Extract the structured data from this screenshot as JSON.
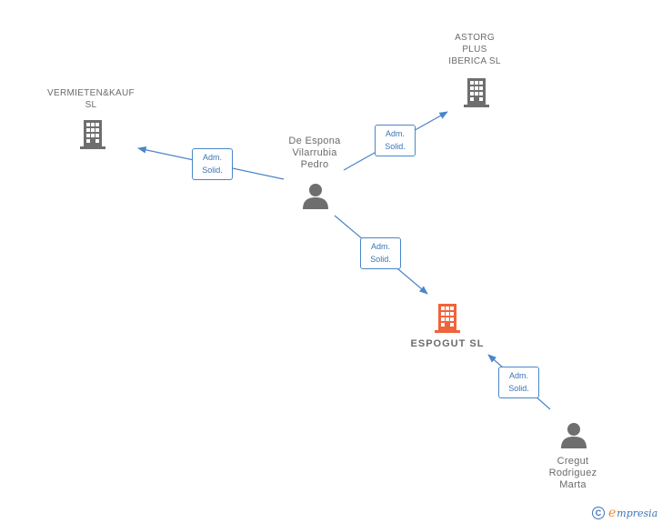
{
  "colors": {
    "edge": "#4a86c8",
    "company": "#6e6e6e",
    "company_main": "#f0643a",
    "person": "#6e6e6e"
  },
  "nodes": {
    "vermieten": {
      "name": "VERMIETEN&KAUF\nSL",
      "icon": "building-icon"
    },
    "astorg": {
      "name": "ASTORG\nPLUS\nIBERICA  SL",
      "icon": "building-icon"
    },
    "espogut": {
      "name": "ESPOGUT  SL",
      "icon": "building-icon"
    },
    "pedro": {
      "name": "De Espona\nVilarrubia\nPedro",
      "icon": "person-icon"
    },
    "marta": {
      "name": "Cregut\nRodriguez\nMarta",
      "icon": "person-icon"
    }
  },
  "edges": {
    "e1": {
      "line1": "Adm.",
      "line2": "Solid."
    },
    "e2": {
      "line1": "Adm.",
      "line2": "Solid."
    },
    "e3": {
      "line1": "Adm.",
      "line2": "Solid."
    },
    "e4": {
      "line1": "Adm.",
      "line2": "Solid."
    }
  },
  "footer": {
    "copyright": "C",
    "brand_first": "e",
    "brand_rest": "mpresia"
  }
}
